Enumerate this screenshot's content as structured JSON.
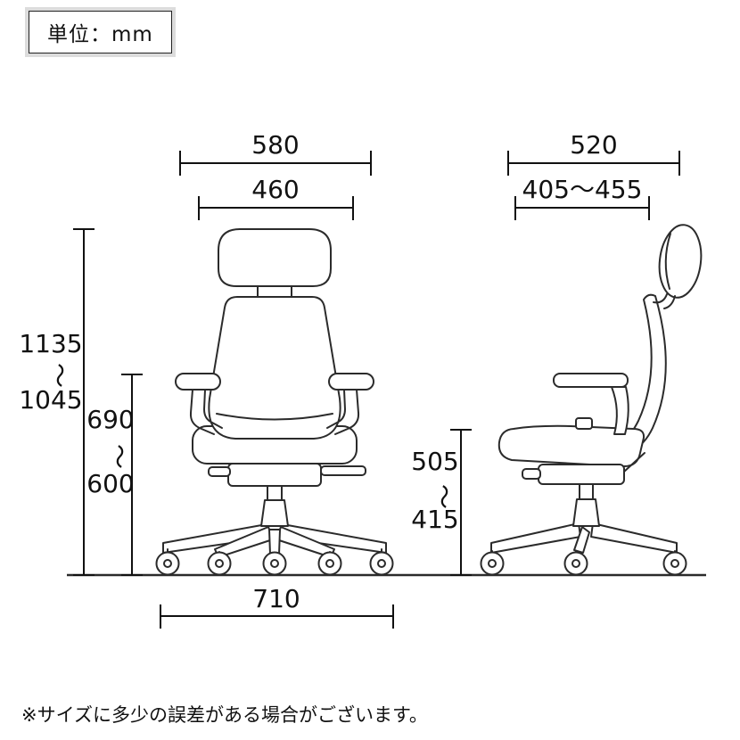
{
  "unit_label": "単位：mm",
  "note": "※サイズに多少の誤差がある場合がございます。",
  "dims": {
    "front_width_outer": "580",
    "front_backrest_width": "460",
    "front_total_height_max": "1135",
    "front_total_height_min": "1045",
    "front_armrest_height_max": "690",
    "front_armrest_height_min": "600",
    "front_base_width": "710",
    "side_depth": "520",
    "side_seat_depth_range": "405〜455",
    "side_seat_height_max": "505",
    "side_seat_height_min": "415",
    "tilde": "〜"
  },
  "colors": {
    "line": "#2b2b2b",
    "text": "#111111",
    "background": "#ffffff"
  }
}
